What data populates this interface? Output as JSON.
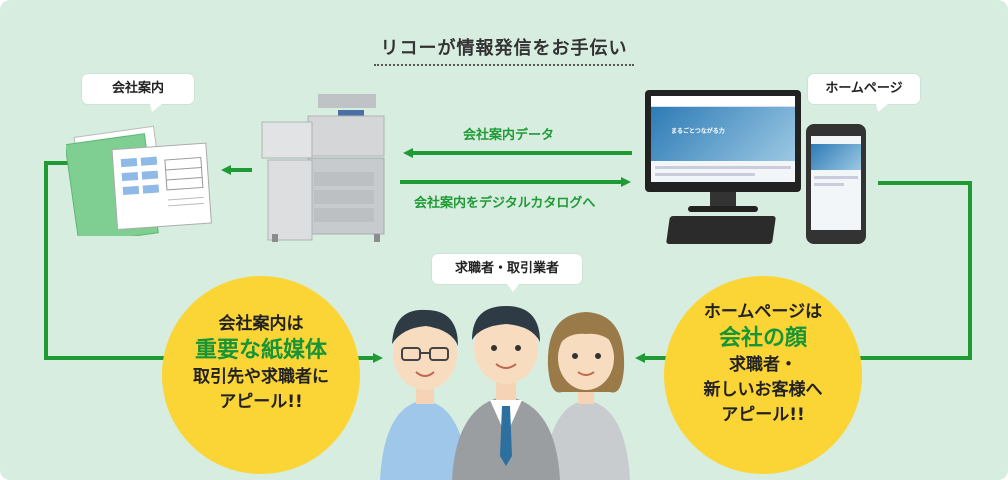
{
  "title": "リコーが情報発信をお手伝い",
  "labels": {
    "company_brochure": "会社案内",
    "homepage": "ホームページ",
    "audience": "求職者・取引業者"
  },
  "arrows": {
    "data_label": "会社案内データ",
    "catalog_label": "会社案内をデジタルカタログへ"
  },
  "left_circle": {
    "line1": "会社案内は",
    "highlight": "重要な紙媒体",
    "line3": "取引先や求職者に",
    "line4": "アピール!!"
  },
  "right_circle": {
    "line1": "ホームページは",
    "highlight": "会社の顔",
    "line3": "求職者・",
    "line4": "新しいお客様へ",
    "line5": "アピール!!"
  },
  "screen": {
    "banner": "まるごとつながる力"
  },
  "colors": {
    "background": "#d7ede0",
    "accent_green": "#1f9a35",
    "circle_yellow": "#fbd535"
  }
}
